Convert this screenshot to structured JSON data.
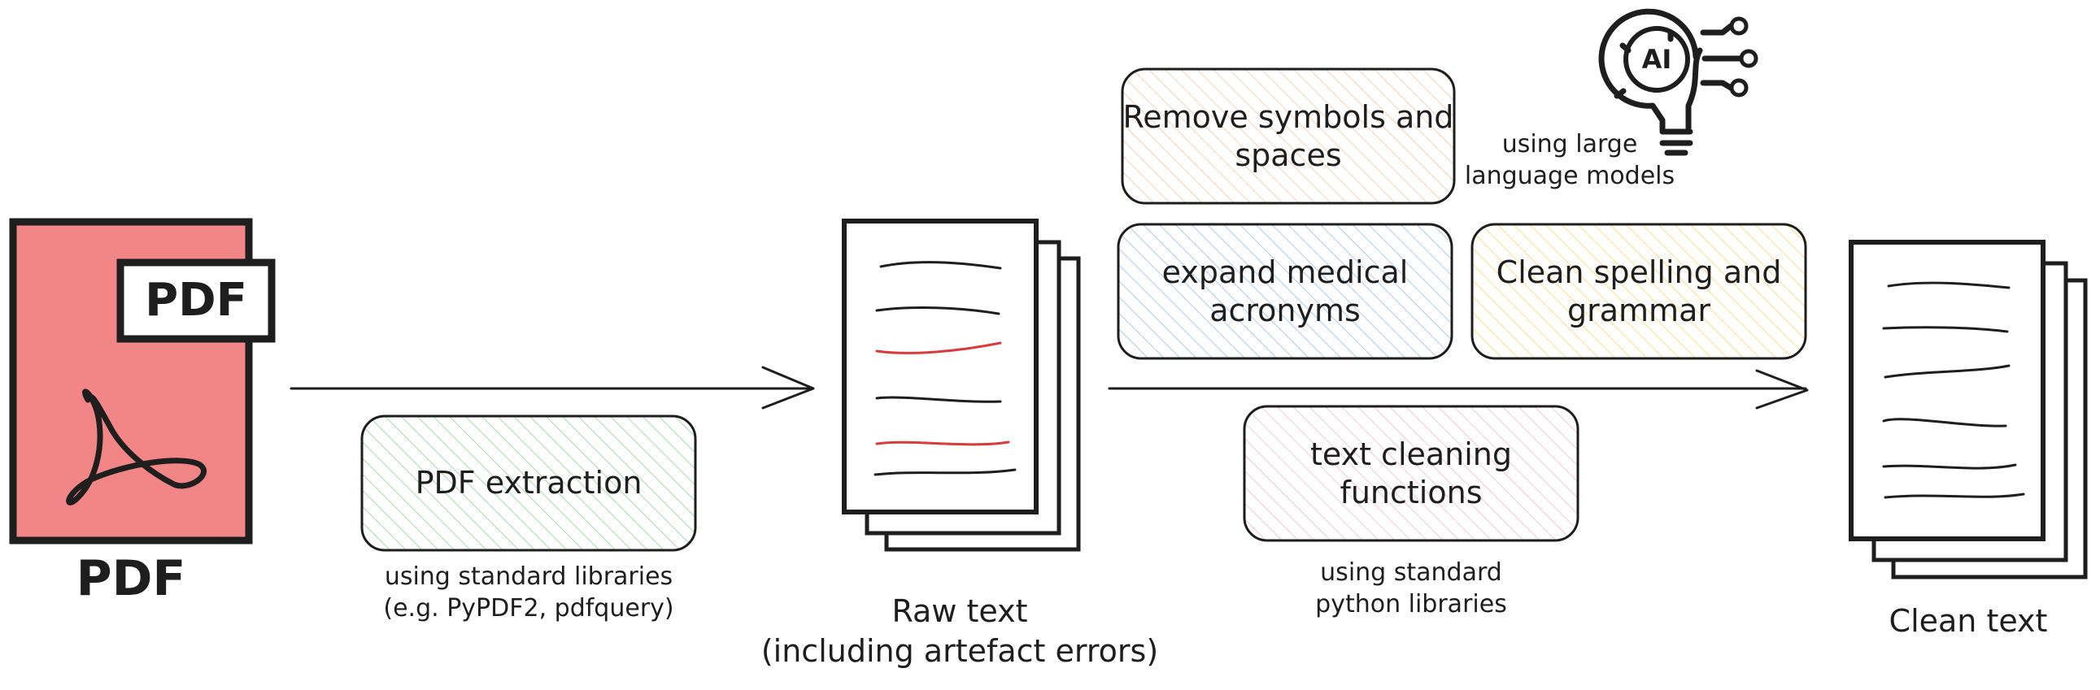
{
  "pdf_document": {
    "badge_text": "PDF",
    "caption": "PDF",
    "fill_color": "#f28585"
  },
  "steps": {
    "pdf_extraction": {
      "label": "PDF extraction",
      "note": "using standard libraries\n(e.g. PyPDF2, pdfquery)",
      "color": "#2fb344"
    },
    "remove_symbols": {
      "label": "Remove symbols and\nspaces",
      "color": "#f0a35a"
    },
    "expand_acronyms": {
      "label": "expand medical\nacronyms",
      "color": "#3e8fd8"
    },
    "clean_spelling": {
      "label": "Clean spelling and\ngrammar",
      "color": "#f2c200"
    },
    "text_cleaning": {
      "label": "text cleaning\nfunctions",
      "color": "#e6849c"
    }
  },
  "notes": {
    "llm": "using large\nlanguage models",
    "python": "using standard\npython libraries"
  },
  "raw_text": {
    "caption": "Raw text\n(including artefact errors)",
    "error_color": "#d93a3a"
  },
  "clean_text": {
    "caption": "Clean text"
  },
  "ai_icon": {
    "icon": "ai-lightbulb-icon",
    "text": "AI"
  }
}
